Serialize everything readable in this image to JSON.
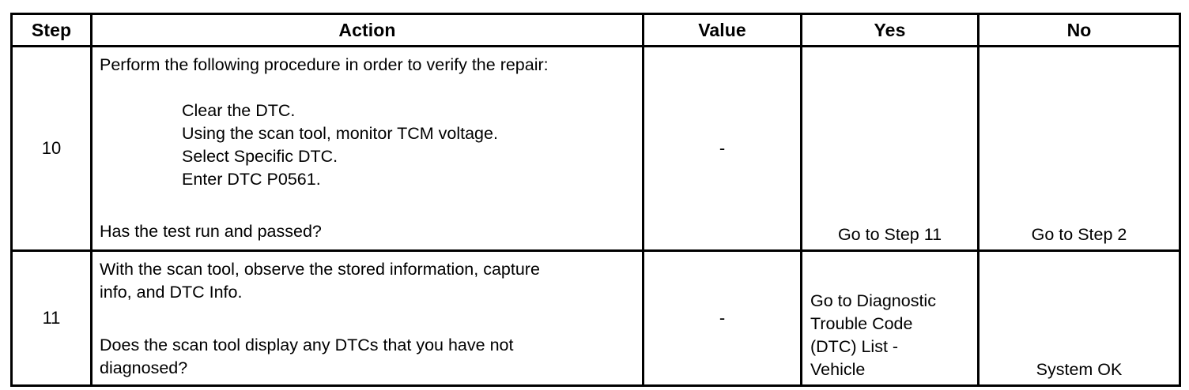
{
  "table": {
    "columns": [
      {
        "key": "step",
        "label": "Step"
      },
      {
        "key": "action",
        "label": "Action"
      },
      {
        "key": "value",
        "label": "Value"
      },
      {
        "key": "yes",
        "label": "Yes"
      },
      {
        "key": "no",
        "label": "No"
      }
    ],
    "rows": [
      {
        "step": "10",
        "action": {
          "intro": "Perform the following procedure in order to verify the repair:",
          "substeps": [
            "Clear the DTC.",
            "Using the scan tool, monitor TCM voltage.",
            "Select Specific DTC.",
            "Enter DTC P0561."
          ],
          "question": "Has the test run and passed?"
        },
        "value": "-",
        "yes": "Go to Step 11",
        "no": "Go to Step 2"
      },
      {
        "step": "11",
        "action": {
          "body": [
            "With the scan tool, observe the stored information, capture",
            "info, and DTC Info."
          ],
          "question": [
            "Does the scan tool display any DTCs that you have not",
            "diagnosed?"
          ]
        },
        "value": "-",
        "yes": [
          "Go to Diagnostic",
          "Trouble Code",
          "(DTC) List -",
          "Vehicle"
        ],
        "no": "System OK"
      }
    ]
  },
  "style": {
    "border_color": "#000000",
    "text_color": "#000000",
    "background": "#ffffff"
  }
}
